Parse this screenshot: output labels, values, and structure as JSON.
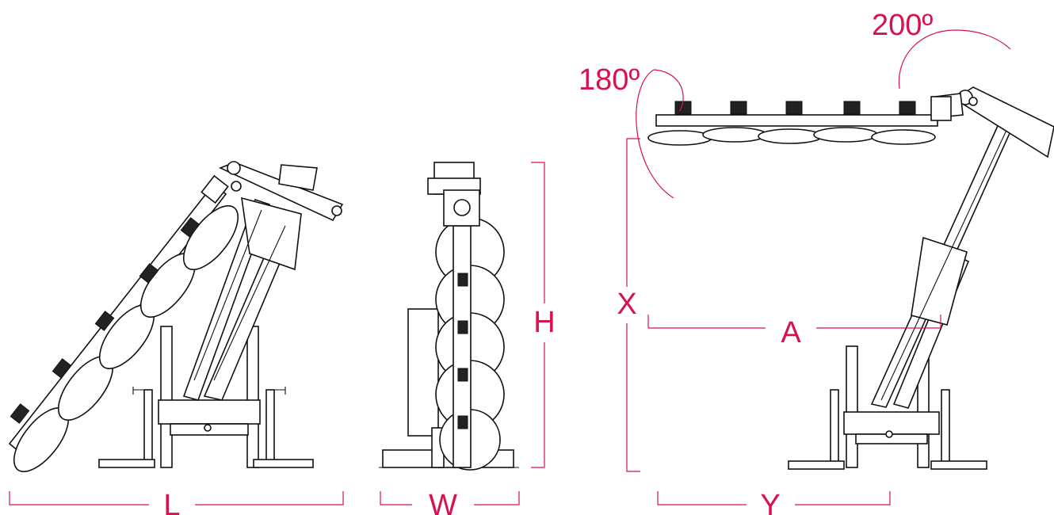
{
  "labels": {
    "length": "L",
    "width": "W",
    "height": "H",
    "reach": "A",
    "vertical_reach": "X",
    "horizontal_reach": "Y",
    "rotation_head": "180º",
    "rotation_arm": "200º"
  },
  "colors": {
    "dimension": "#d6124f",
    "drawing": "#111111"
  }
}
